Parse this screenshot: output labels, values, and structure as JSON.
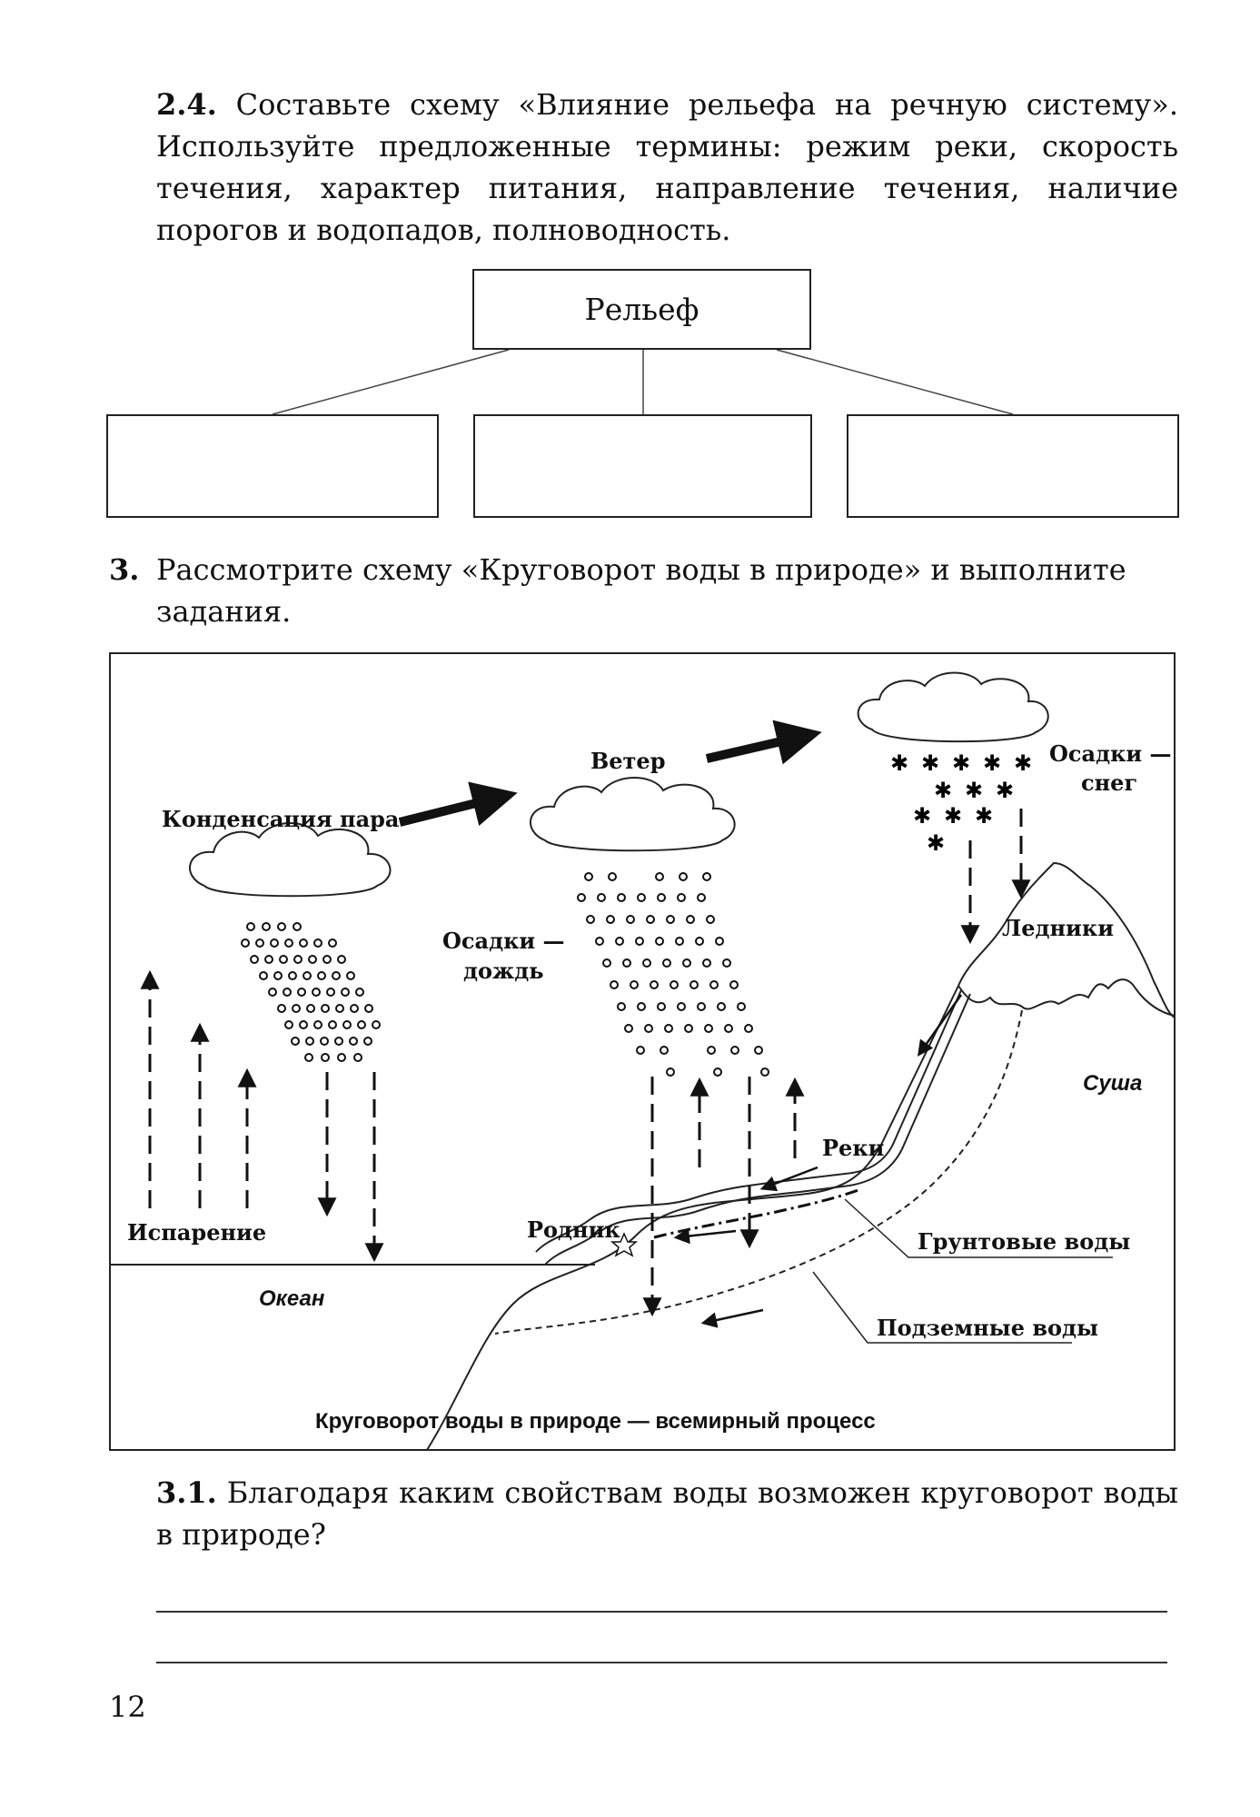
{
  "task24": {
    "number": "2.4.",
    "text": "Составьте схему «Влияние рельефа на речную систему». Используйте предложенные термины: режим реки, скорость течения, характер питания, направление течения, наличие порогов и водопадов, полноводность."
  },
  "scheme": {
    "root_label": "Рельеф"
  },
  "task3": {
    "number": "3.",
    "line1": "Рассмотрите схему «Круговорот воды в природе» и выполните",
    "line2": "задания."
  },
  "diagram": {
    "labels": {
      "condensation": "Конденсация пара",
      "wind": "Ветер",
      "snow_precip_line1": "Осадки —",
      "snow_precip_line2": "снег",
      "rain_precip_line1": "Осадки —",
      "rain_precip_line2": "дождь",
      "glaciers": "Ледники",
      "land": "Суша",
      "evaporation": "Испарение",
      "rivers": "Реки",
      "spring": "Родник",
      "groundwater": "Грунтовые воды",
      "ocean": "Океан",
      "underground": "Подземные воды",
      "caption": "Круговорот воды в природе — всемирный процесс"
    }
  },
  "task31": {
    "number": "3.1.",
    "text": "Благодаря каким свойствам воды возможен круговорот воды в природе?"
  },
  "page_number": "12"
}
